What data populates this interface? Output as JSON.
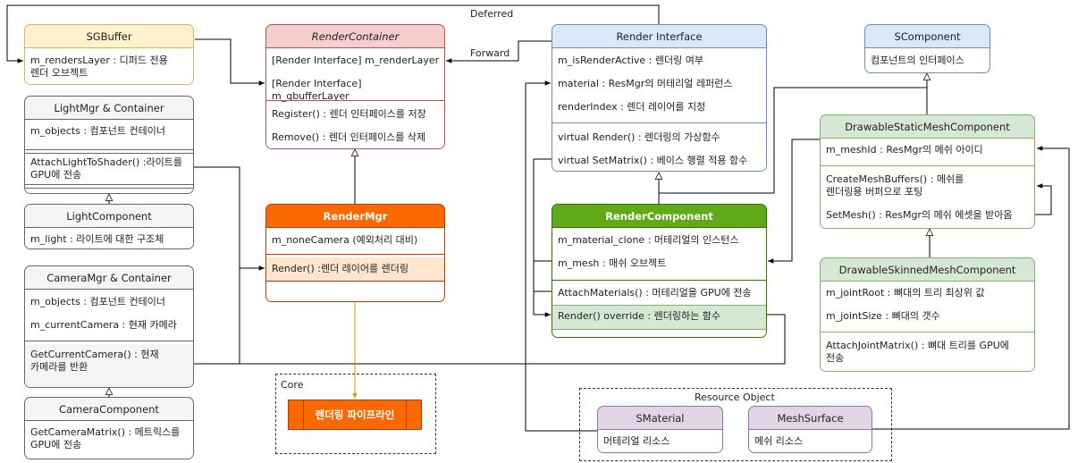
{
  "edge_labels": {
    "deferred": "Deferred",
    "forward": "Forward"
  },
  "sgbuffer": {
    "title": "SGBuffer",
    "rows": [
      "m_rendersLayer : 디퍼드 전용\n렌더 오브젝트"
    ]
  },
  "lightmgr": {
    "title": "LightMgr & Container",
    "fields": [
      "m_objects : 컴포넌트 컨테이너"
    ],
    "methods": [
      "AttachLightToShader() :라이트를\nGPU에 전송"
    ]
  },
  "lightcomp": {
    "title": "LightComponent",
    "rows": [
      "m_light : 라이트에 대한 구조체"
    ]
  },
  "cameramgr": {
    "title": "CameraMgr & Container",
    "fields": [
      "m_objects : 컴포넌트 컨테이너",
      "m_currentCamera : 현재 카메라"
    ],
    "methods": [
      "GetCurrentCamera() : 현재\n카메라를 반환"
    ]
  },
  "cameracomp": {
    "title": "CameraComponent",
    "rows": [
      "GetCameraMatrix() : 메트릭스를\nGPU에 전송"
    ]
  },
  "rendercontainer": {
    "title": "RenderContainer",
    "fields": [
      "[Render Interface] m_renderLayer",
      "[Render Interface] m_gbufferLayer"
    ],
    "methods": [
      "Register() : 렌더 인터페이스를 저장",
      "Remove() : 렌더 인터페이스를 삭제"
    ]
  },
  "rendermgr": {
    "title": "RenderMgr",
    "fields": [
      "m_noneCamera (예외처리 대비)"
    ],
    "methods": [
      "Render() :렌더 레이어를 렌더링"
    ]
  },
  "core": {
    "label": "Core",
    "pipeline": "렌더링 파이프라인"
  },
  "renderinterface": {
    "title": "Render Interface",
    "fields": [
      "m_isRenderActive : 렌더링 여부",
      "material : ResMgr의 머테리얼 레퍼런스",
      "renderIndex : 렌더 레이어를 지정"
    ],
    "methods": [
      "virtual Render() : 렌더링의 가상함수",
      "virtual SetMatrix() : 베이스 행렬 적용 함수"
    ]
  },
  "rendercomp": {
    "title": "RenderComponent",
    "fields": [
      "m_material_clone : 머테리얼의 인스턴스",
      "m_mesh : 매쉬 오브젝트"
    ],
    "methods": [
      "AttachMaterials() : 머테리얼을 GPU에 전송",
      "Render() override : 렌더링하는 함수"
    ]
  },
  "scomponent": {
    "title": "SComponent",
    "rows": [
      "컴포넌트의 인터페이스"
    ]
  },
  "staticmesh": {
    "title": "DrawableStaticMeshComponent",
    "fields": [
      "m_meshId : ResMgr의 메쉬 아이디"
    ],
    "methods": [
      "CreateMeshBuffers() : 메쉬를\n렌더링용 버퍼으로 포팅",
      "SetMesh() : ResMgr의 메쉬 에셋을 받아옴"
    ]
  },
  "skinnedmesh": {
    "title": "DrawableSkinnedMeshComponent",
    "fields": [
      "m_jointRoot : 뼈대의 트리 최상위 값",
      "m_jointSize : 뼈대의 갯수"
    ],
    "methods": [
      "AttachJointMatrix() : 뼈대 트리를 GPU에\n전송"
    ]
  },
  "resource": {
    "label": "Resource Object",
    "smaterial": {
      "title": "SMaterial",
      "rows": [
        "머테리얼 리소스"
      ]
    },
    "meshsurface": {
      "title": "MeshSurface",
      "rows": [
        "메쉬 리소스"
      ]
    }
  },
  "colors": {
    "yellow": "#fff2cc",
    "gray": "#f5f5f5",
    "pink": "#f8cecc",
    "orange": "#fa6800",
    "light_orange": "#ffe6cc",
    "blue": "#dae8fc",
    "green": "#60a917",
    "light_green": "#d5e8d4",
    "purple": "#e1d5e7",
    "gold": "#c9a200"
  }
}
